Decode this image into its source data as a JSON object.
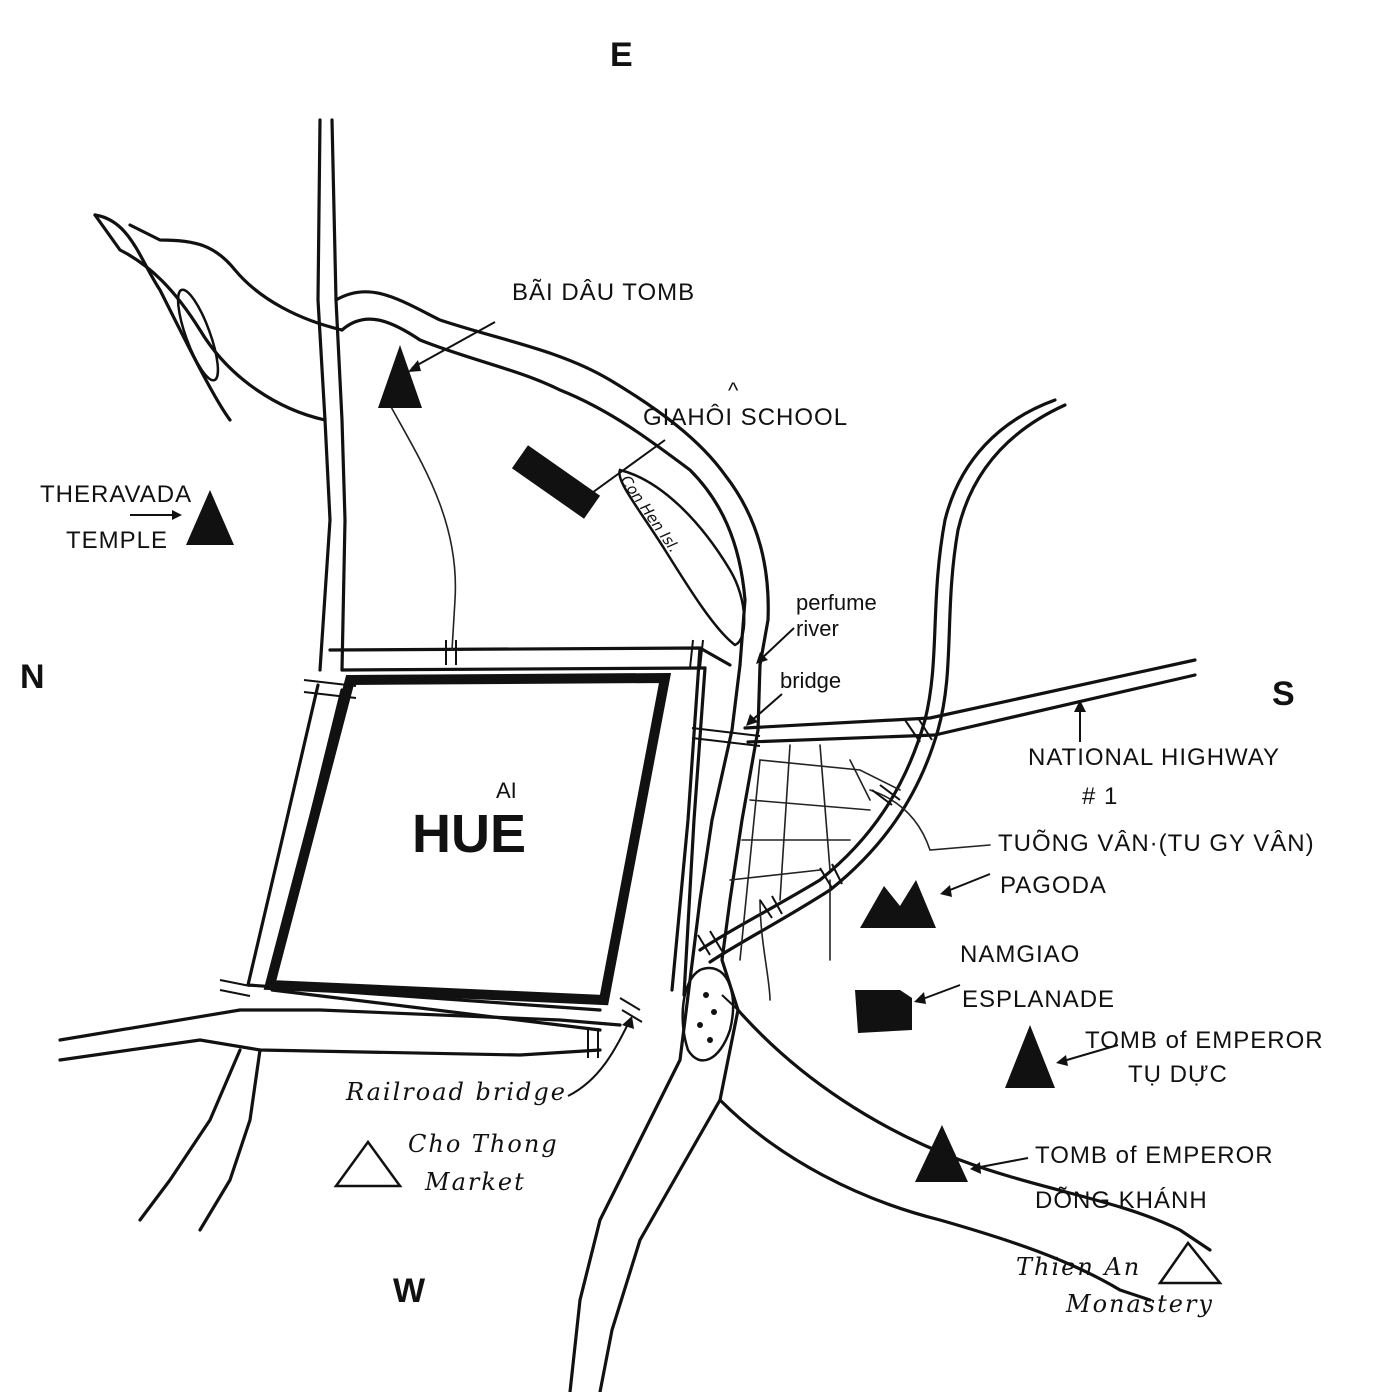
{
  "map": {
    "compass": {
      "east": "E",
      "north": "N",
      "south": "S",
      "west": "W"
    },
    "city": {
      "name": "HUE",
      "accent": "AI"
    },
    "island_label": "Con Hen Isl.",
    "labels": {
      "bai_dau_tomb": "BÃI DÂU TOMB",
      "giahoi_accent": "^",
      "giahoi_school": "GIAHÔI SCHOOL",
      "theravada_line1": "THERAVADA",
      "theravada_line2": "TEMPLE",
      "perfume_line1": "perfume",
      "perfume_line2": "river",
      "bridge": "bridge",
      "highway_line1": "NATIONAL HIGHWAY",
      "highway_line2": "# 1",
      "tuong_van": "TUÕNG VÂN·(TU GY VÂN)",
      "pagoda": "PAGODA",
      "namgiao_line1": "NAMGIAO",
      "namgiao_line2": "ESPLANADE",
      "tu_duc_line1": "TOMB of EMPEROR",
      "tu_duc_line2": "TỤ DỰC",
      "dong_khanh_line1": "TOMB of EMPEROR",
      "dong_khanh_line2": "DÕNG KHÁNH",
      "railroad_bridge": "Railroad bridge",
      "cho_thong_line1": "Cho Thong",
      "cho_thong_line2": "Market",
      "thien_an_line1": "Thien An",
      "thien_an_line2": "Monastery"
    },
    "colors": {
      "ink": "#111111",
      "paper": "#ffffff"
    }
  }
}
